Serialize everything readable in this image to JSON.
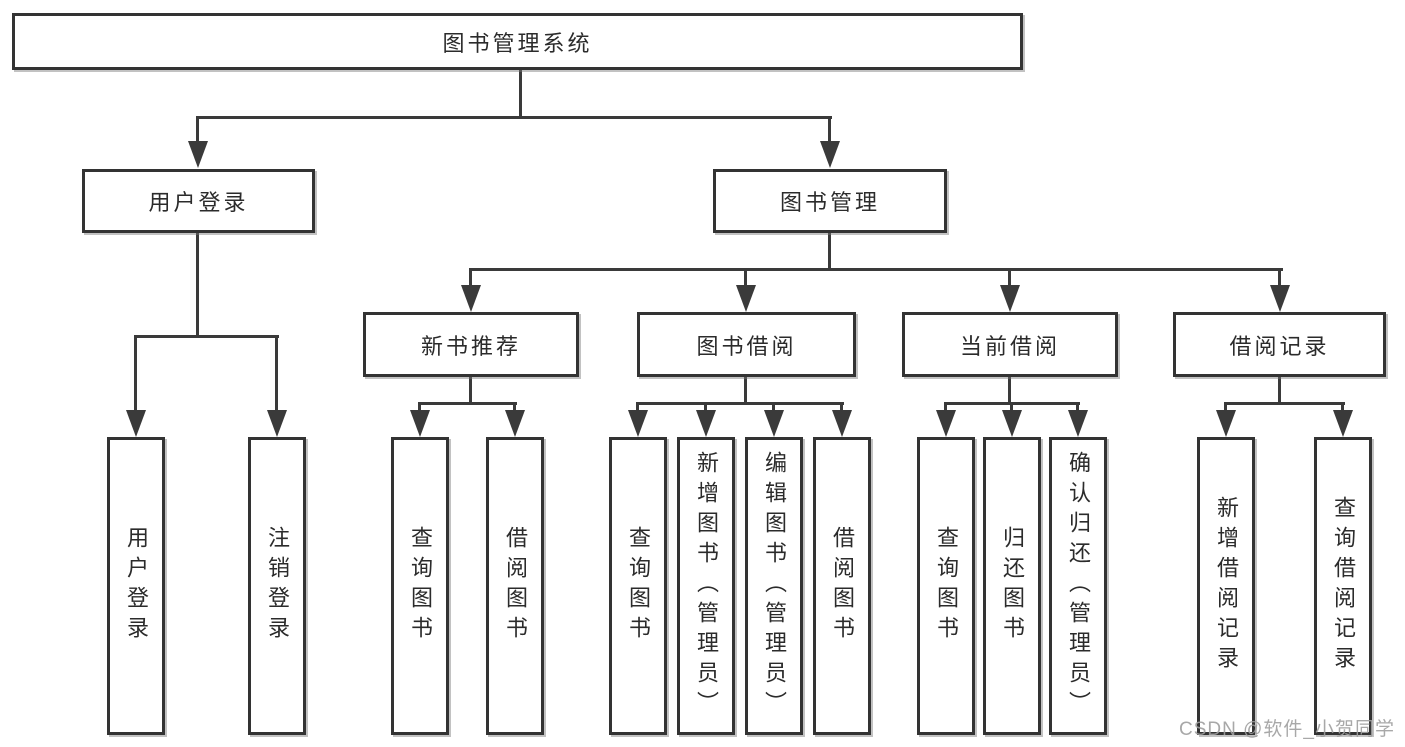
{
  "diagram": {
    "root": {
      "label": "图书管理系统",
      "children": [
        {
          "label": "用户登录",
          "children": [
            {
              "label": "用户登录"
            },
            {
              "label": "注销登录"
            }
          ]
        },
        {
          "label": "图书管理",
          "children": [
            {
              "label": "新书推荐",
              "children": [
                {
                  "label": "查询图书"
                },
                {
                  "label": "借阅图书"
                }
              ]
            },
            {
              "label": "图书借阅",
              "children": [
                {
                  "label": "查询图书"
                },
                {
                  "label": "新增图书（管理员）"
                },
                {
                  "label": "编辑图书（管理员）"
                },
                {
                  "label": "借阅图书"
                }
              ]
            },
            {
              "label": "当前借阅",
              "children": [
                {
                  "label": "查询图书"
                },
                {
                  "label": "归还图书"
                },
                {
                  "label": "确认归还（管理员）"
                }
              ]
            },
            {
              "label": "借阅记录",
              "children": [
                {
                  "label": "新增借阅记录"
                },
                {
                  "label": "查询借阅记录"
                }
              ]
            }
          ]
        }
      ]
    }
  },
  "watermark": "CSDN @软件_小贺同学",
  "colors": {
    "line": "#3a3a3a",
    "border": "#333333",
    "text": "#2b2b2b",
    "watermark": "#9e9e9e"
  }
}
